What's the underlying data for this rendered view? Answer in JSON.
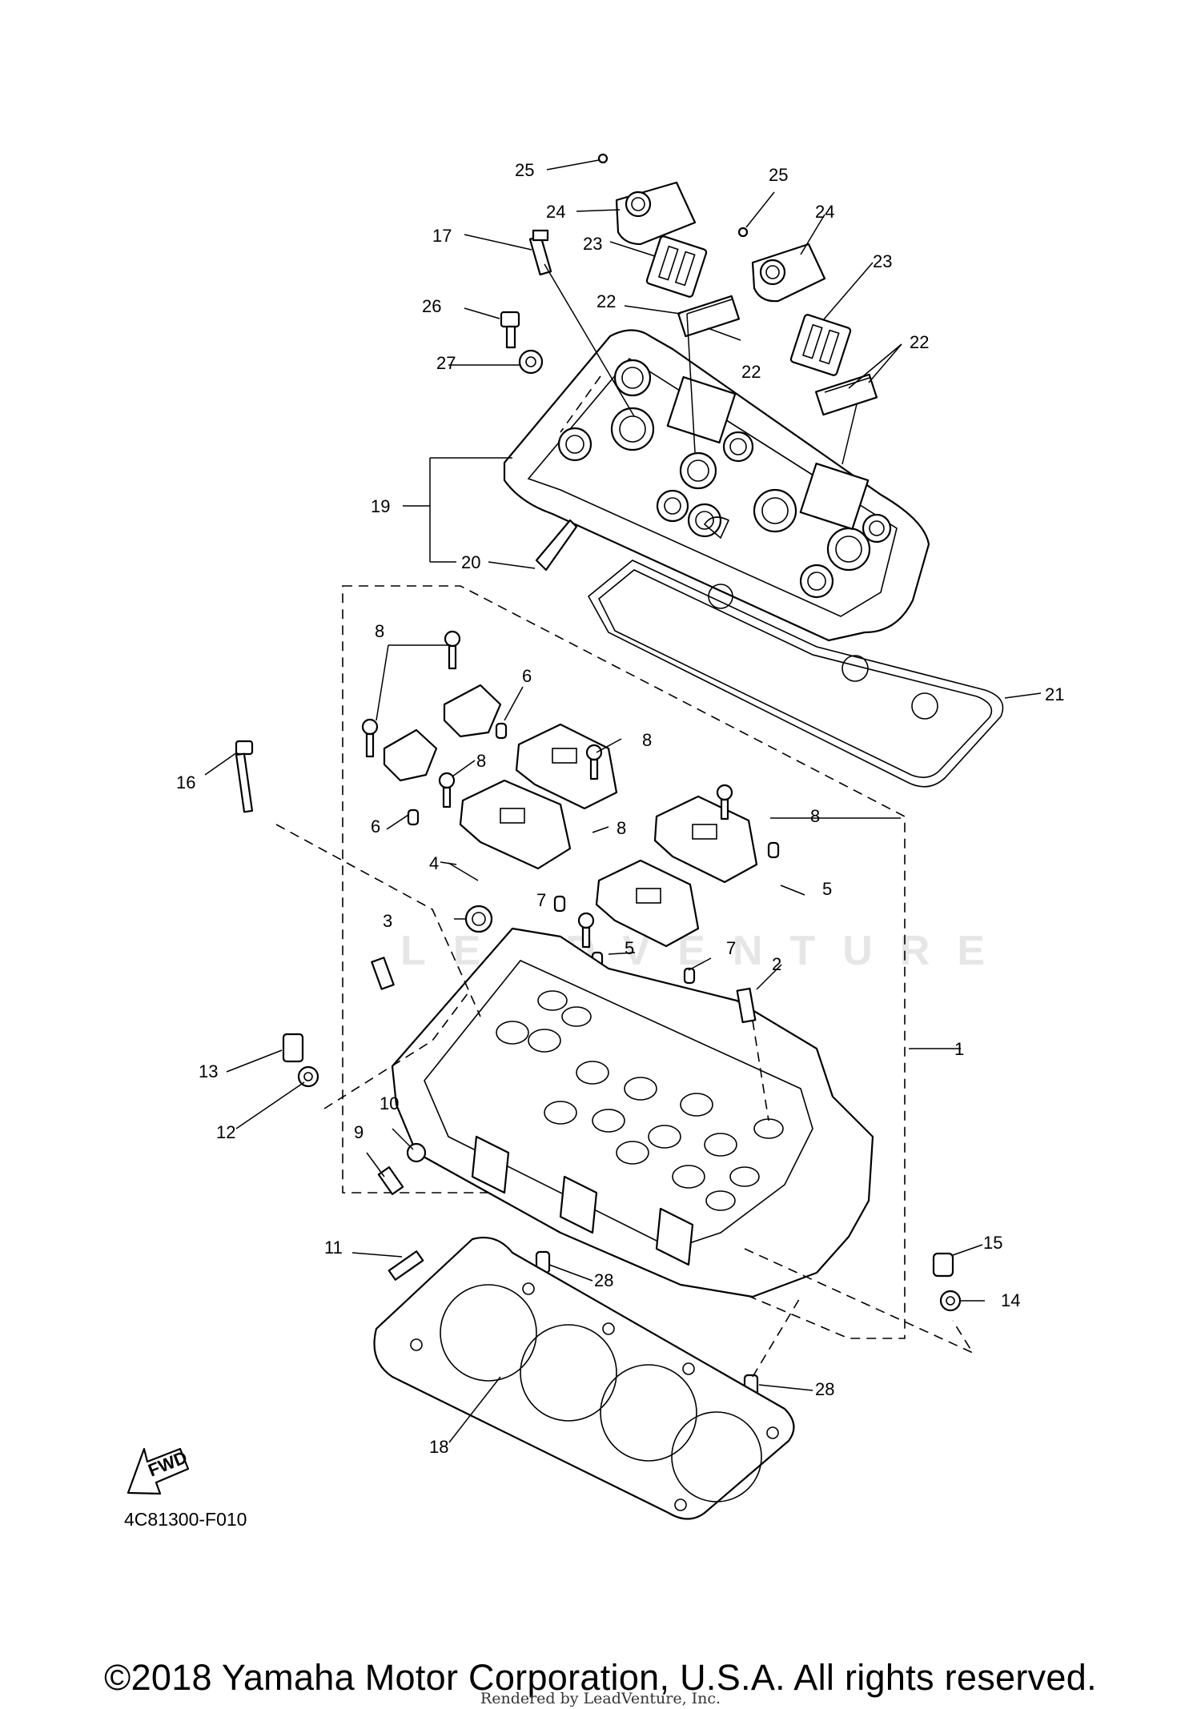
{
  "diagram": {
    "figure_code": "4C81300-F010",
    "fwd_label": "FWD",
    "watermark": "LEADVENTURE",
    "copyright": "©2018 Yamaha Motor Corporation, U.S.A. All rights reserved.",
    "rendered_by": "Rendered by LeadVenture, Inc.",
    "callouts": [
      "25",
      "24",
      "25",
      "24",
      "17",
      "23",
      "23",
      "26",
      "22",
      "22",
      "27",
      "22",
      "19",
      "20",
      "21",
      "8",
      "6",
      "8",
      "16",
      "8",
      "6",
      "8",
      "8",
      "4",
      "7",
      "5",
      "3",
      "5",
      "7",
      "2",
      "1",
      "13",
      "12",
      "10",
      "9",
      "11",
      "28",
      "15",
      "14",
      "28",
      "18"
    ]
  }
}
